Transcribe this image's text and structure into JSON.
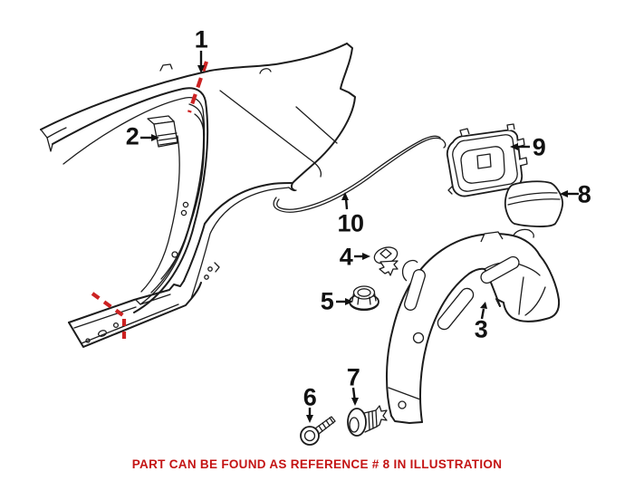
{
  "colors": {
    "accent_red": "#cc2222",
    "caption_red": "#c41414",
    "line": "#1c1c1c",
    "background": "#ffffff"
  },
  "caption": {
    "text": "PART CAN BE FOUND AS REFERENCE # 8 IN ILLUSTRATION"
  },
  "callouts": [
    {
      "label": "1"
    },
    {
      "label": "2"
    },
    {
      "label": "3"
    },
    {
      "label": "4"
    },
    {
      "label": "5"
    },
    {
      "label": "6"
    },
    {
      "label": "7"
    },
    {
      "label": "8"
    },
    {
      "label": "9"
    },
    {
      "label": "10"
    }
  ]
}
